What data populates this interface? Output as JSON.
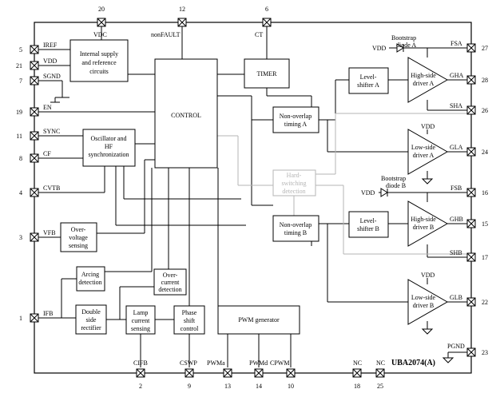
{
  "chip_name": "UBA2074(A)",
  "pins": {
    "vdc": {
      "num": "20",
      "name": "VDC"
    },
    "nonfault": {
      "num": "12",
      "name": "nonFAULT"
    },
    "ct": {
      "num": "6",
      "name": "CT"
    },
    "iref": {
      "num": "5",
      "name": "IREF"
    },
    "vdd": {
      "num": "21",
      "name": "VDD"
    },
    "sgnd": {
      "num": "7",
      "name": "SGND"
    },
    "en": {
      "num": "19",
      "name": "EN"
    },
    "sync": {
      "num": "11",
      "name": "SYNC"
    },
    "cf": {
      "num": "8",
      "name": "CF"
    },
    "cvtb": {
      "num": "4",
      "name": "CVTB"
    },
    "vfb": {
      "num": "3",
      "name": "VFB"
    },
    "ifb": {
      "num": "1",
      "name": "IFB"
    },
    "fsa": {
      "num": "27",
      "name": "FSA"
    },
    "gha": {
      "num": "28",
      "name": "GHA"
    },
    "sha": {
      "num": "26",
      "name": "SHA"
    },
    "gla": {
      "num": "24",
      "name": "GLA"
    },
    "fsb": {
      "num": "16",
      "name": "FSB"
    },
    "ghb": {
      "num": "15",
      "name": "GHB"
    },
    "shb": {
      "num": "17",
      "name": "SHB"
    },
    "glb": {
      "num": "22",
      "name": "GLB"
    },
    "pgnd": {
      "num": "23",
      "name": "PGND"
    },
    "clfb": {
      "num": "2",
      "name": "CIFB"
    },
    "cswp": {
      "num": "9",
      "name": "CSWP"
    },
    "pwma": {
      "num": "13",
      "name": "PWMa"
    },
    "pwmd": {
      "num": "14",
      "name": "PWMd"
    },
    "cpwm": {
      "num": "10",
      "name": "CPWM"
    },
    "nc1": {
      "num": "18",
      "name": "NC"
    },
    "nc2": {
      "num": "25",
      "name": "NC"
    }
  },
  "blocks": {
    "supply": [
      "Internal supply",
      "and reference",
      "circuits"
    ],
    "timer": [
      "TIMER"
    ],
    "control": [
      "CONTROL"
    ],
    "osc": [
      "Oscillator and",
      "HF",
      "synchronization"
    ],
    "ovp": [
      "Over-",
      "voltage",
      "sensing"
    ],
    "arcing": [
      "Arcing",
      "detection"
    ],
    "overcurrent": [
      "Over-",
      "current",
      "detection"
    ],
    "rectifier": [
      "Double",
      "side",
      "rectifier"
    ],
    "lamp": [
      "Lamp",
      "current",
      "sensing"
    ],
    "phase": [
      "Phase",
      "shift",
      "control"
    ],
    "pwmgen": [
      "PWM generator"
    ],
    "nov_a": [
      "Non-overlap",
      "timing A"
    ],
    "nov_b": [
      "Non-overlap",
      "timing B"
    ],
    "hardsw": [
      "Hard-",
      "switching",
      "detection"
    ],
    "ls_a": [
      "Level-",
      "shifter A"
    ],
    "ls_b": [
      "Level-",
      "shifter B"
    ],
    "hs_a": [
      "High-side",
      "driver A"
    ],
    "hs_b": [
      "High-side",
      "driver B"
    ],
    "lsd_a": [
      "Low-side",
      "driver A"
    ],
    "lsd_b": [
      "Low-side",
      "driver B"
    ]
  },
  "labels": {
    "vdd_a": "VDD",
    "vdd_b": "VDD",
    "vdd_gla": "VDD",
    "vdd_glb": "VDD",
    "boot_a": [
      "Bootstrap",
      "diode A"
    ],
    "boot_b": [
      "Bootstrap",
      "diode B"
    ]
  }
}
